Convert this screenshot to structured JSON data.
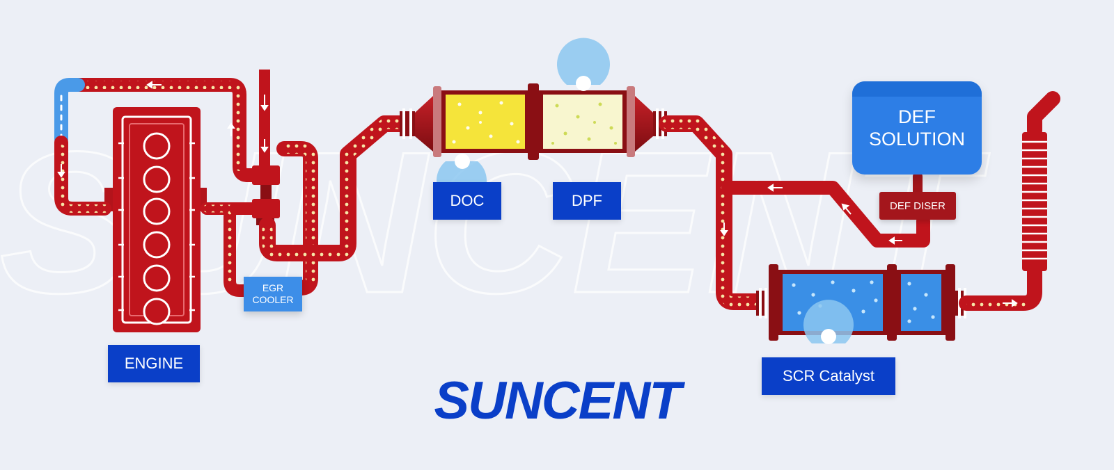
{
  "labels": {
    "engine": "ENGINE",
    "egr_cooler_line1": "EGR",
    "egr_cooler_line2": "COOLER",
    "doc": "DOC",
    "dpf": "DPF",
    "def_solution_line1": "DEF",
    "def_solution_line2": "SOLUTION",
    "def_doser": "DEF DISER",
    "scr_catalyst": "SCR Catalyst"
  },
  "brand": {
    "name": "SUNCENT",
    "watermark": "SUNCENT"
  },
  "colors": {
    "background": "#eceff6",
    "pipe_red": "#c0141c",
    "dark_red": "#8a0f14",
    "label_blue": "#0a3fc8",
    "doc_fill": "#f5e43a",
    "dpf_fill": "#f8f6cf",
    "scr_fill": "#3a8fe6",
    "cool_blue": "#8cc7f0"
  },
  "icons": {
    "flow_arrow": "arrow-icon",
    "particles": "particle-dots"
  }
}
